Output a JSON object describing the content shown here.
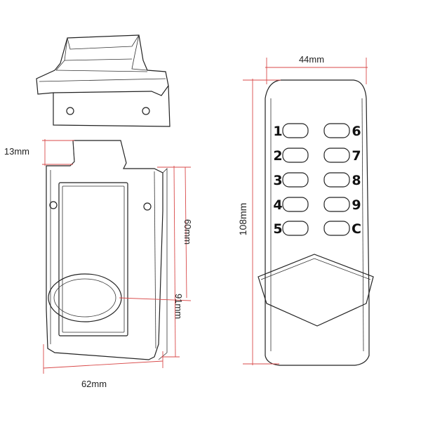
{
  "dimensions": {
    "top_height": "13mm",
    "lock_width": "62mm",
    "inner_height": "60mm",
    "total_height": "91mm",
    "keypad_width": "44mm",
    "keypad_height": "108mm"
  },
  "keypad": {
    "left_keys": [
      "1",
      "2",
      "3",
      "4",
      "5"
    ],
    "right_keys": [
      "6",
      "7",
      "8",
      "9",
      "C"
    ]
  },
  "colors": {
    "outline": "#222222",
    "dimension_line": "#d94a4a"
  }
}
